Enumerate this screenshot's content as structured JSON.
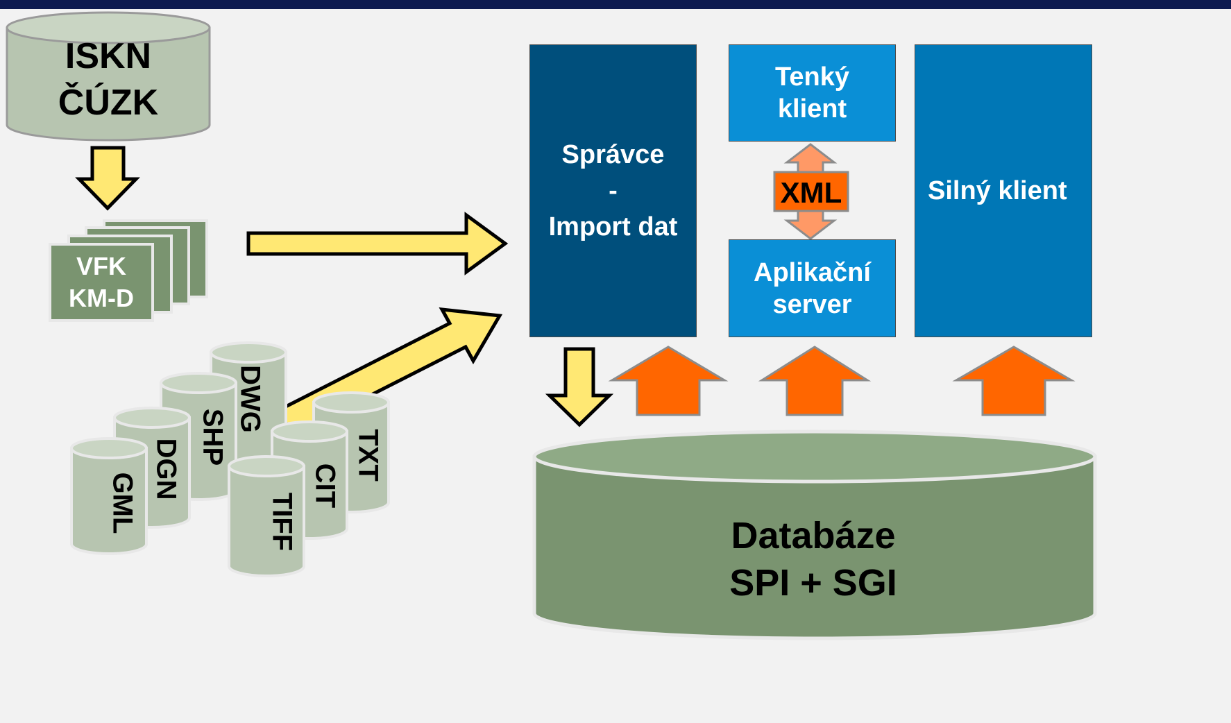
{
  "colors": {
    "header_bar": "#0d1a4f",
    "background": "#f2f2f2",
    "admin_box": "#004f7c",
    "thin_client_box": "#0a8fd6",
    "thick_client_box": "#0077b6",
    "cylinder_green": "#b7c5b0",
    "database_green": "#7a9470",
    "vfk_doc_green": "#7a9470",
    "yellow_arrow": "#ffe873",
    "orange_arrow": "#ff6600"
  },
  "iskn": {
    "line1": "ISKN",
    "line2": "ČÚZK"
  },
  "vfk": {
    "line1": "VFK",
    "line2": "KM-D"
  },
  "formats": {
    "gml": "GML",
    "dgn": "DGN",
    "shp": "SHP",
    "dwg": "DWG",
    "tiff": "TIFF",
    "cit": "CIT",
    "txt": "TXT"
  },
  "admin": {
    "line1": "Správce",
    "line2": "-",
    "line3": "Import dat"
  },
  "thin_client": {
    "line1": "Tenký",
    "line2": "klient"
  },
  "app_server": {
    "line1": "Aplikační",
    "line2": "server"
  },
  "thick_client": {
    "label": "Silný klient"
  },
  "xml": {
    "label": "XML"
  },
  "database": {
    "line1": "Databáze",
    "line2": "SPI + SGI"
  }
}
